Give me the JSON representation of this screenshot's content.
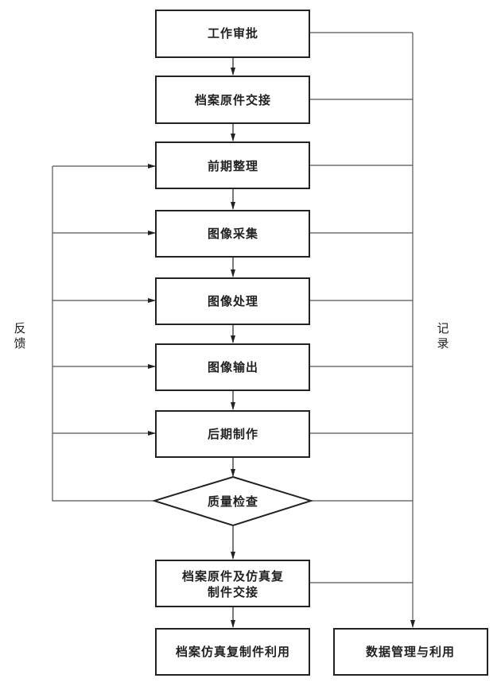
{
  "diagram": {
    "type": "flowchart",
    "colors": {
      "stroke": "#222222",
      "connector": "#555555",
      "text": "#222222"
    },
    "nodes": [
      {
        "id": "work-approval",
        "shape": "rect",
        "label": "工作审批"
      },
      {
        "id": "original-handover",
        "shape": "rect",
        "label": "档案原件交接"
      },
      {
        "id": "pre-arrangement",
        "shape": "rect",
        "label": "前期整理"
      },
      {
        "id": "image-capture",
        "shape": "rect",
        "label": "图像采集"
      },
      {
        "id": "image-processing",
        "shape": "rect",
        "label": "图像处理"
      },
      {
        "id": "image-output",
        "shape": "rect",
        "label": "图像输出"
      },
      {
        "id": "post-production",
        "shape": "rect",
        "label": "后期制作"
      },
      {
        "id": "quality-check",
        "shape": "diamond",
        "label": "质量检查"
      },
      {
        "id": "final-handover",
        "shape": "rect",
        "label_lines": [
          "档案原件及仿真复",
          "制件交接"
        ]
      },
      {
        "id": "replica-use",
        "shape": "rect",
        "label": "档案仿真复制件利用"
      },
      {
        "id": "data-management",
        "shape": "rect",
        "label": "数据管理与利用"
      }
    ],
    "side_labels": {
      "feedback": [
        "反",
        "馈"
      ],
      "record": [
        "记",
        "录"
      ]
    },
    "edges": [
      {
        "from": "work-approval",
        "to": "original-handover"
      },
      {
        "from": "original-handover",
        "to": "pre-arrangement"
      },
      {
        "from": "pre-arrangement",
        "to": "image-capture"
      },
      {
        "from": "image-capture",
        "to": "image-processing"
      },
      {
        "from": "image-processing",
        "to": "image-output"
      },
      {
        "from": "image-output",
        "to": "post-production"
      },
      {
        "from": "post-production",
        "to": "quality-check"
      },
      {
        "from": "quality-check",
        "to": "final-handover"
      },
      {
        "from": "final-handover",
        "to": "replica-use"
      },
      {
        "from": "quality-check",
        "to": [
          "pre-arrangement",
          "image-capture",
          "image-processing",
          "image-output",
          "post-production"
        ],
        "label": "feedback"
      },
      {
        "from": [
          "work-approval",
          "original-handover",
          "pre-arrangement",
          "image-capture",
          "image-processing",
          "image-output",
          "post-production",
          "quality-check",
          "final-handover"
        ],
        "to": "data-management",
        "label": "record"
      }
    ]
  }
}
